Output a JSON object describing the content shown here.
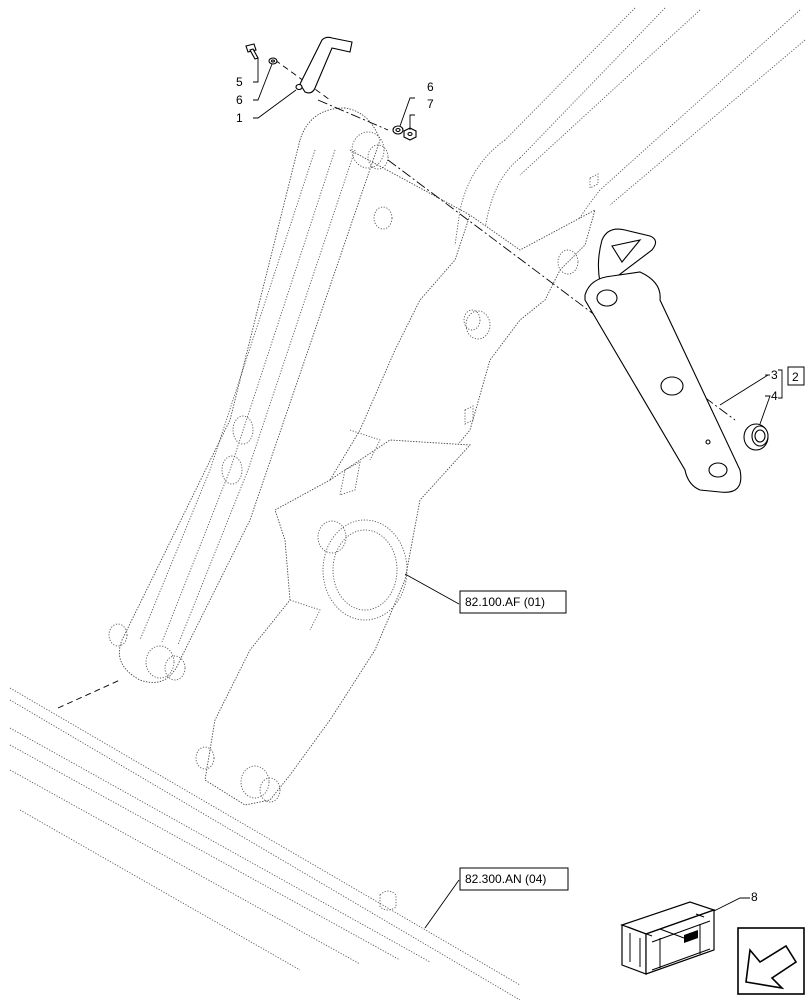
{
  "callouts": {
    "c5": "5",
    "c6a": "6",
    "c1": "1",
    "c6b": "6",
    "c7": "7",
    "c3": "3",
    "c4": "4",
    "c2": "2",
    "c8": "8"
  },
  "references": {
    "ref_arm": "82.100.AF (01)",
    "ref_frame": "82.300.AN (04)"
  },
  "icons": {
    "kit": "kit-box-icon",
    "navigation": "arrow-nav-icon"
  }
}
